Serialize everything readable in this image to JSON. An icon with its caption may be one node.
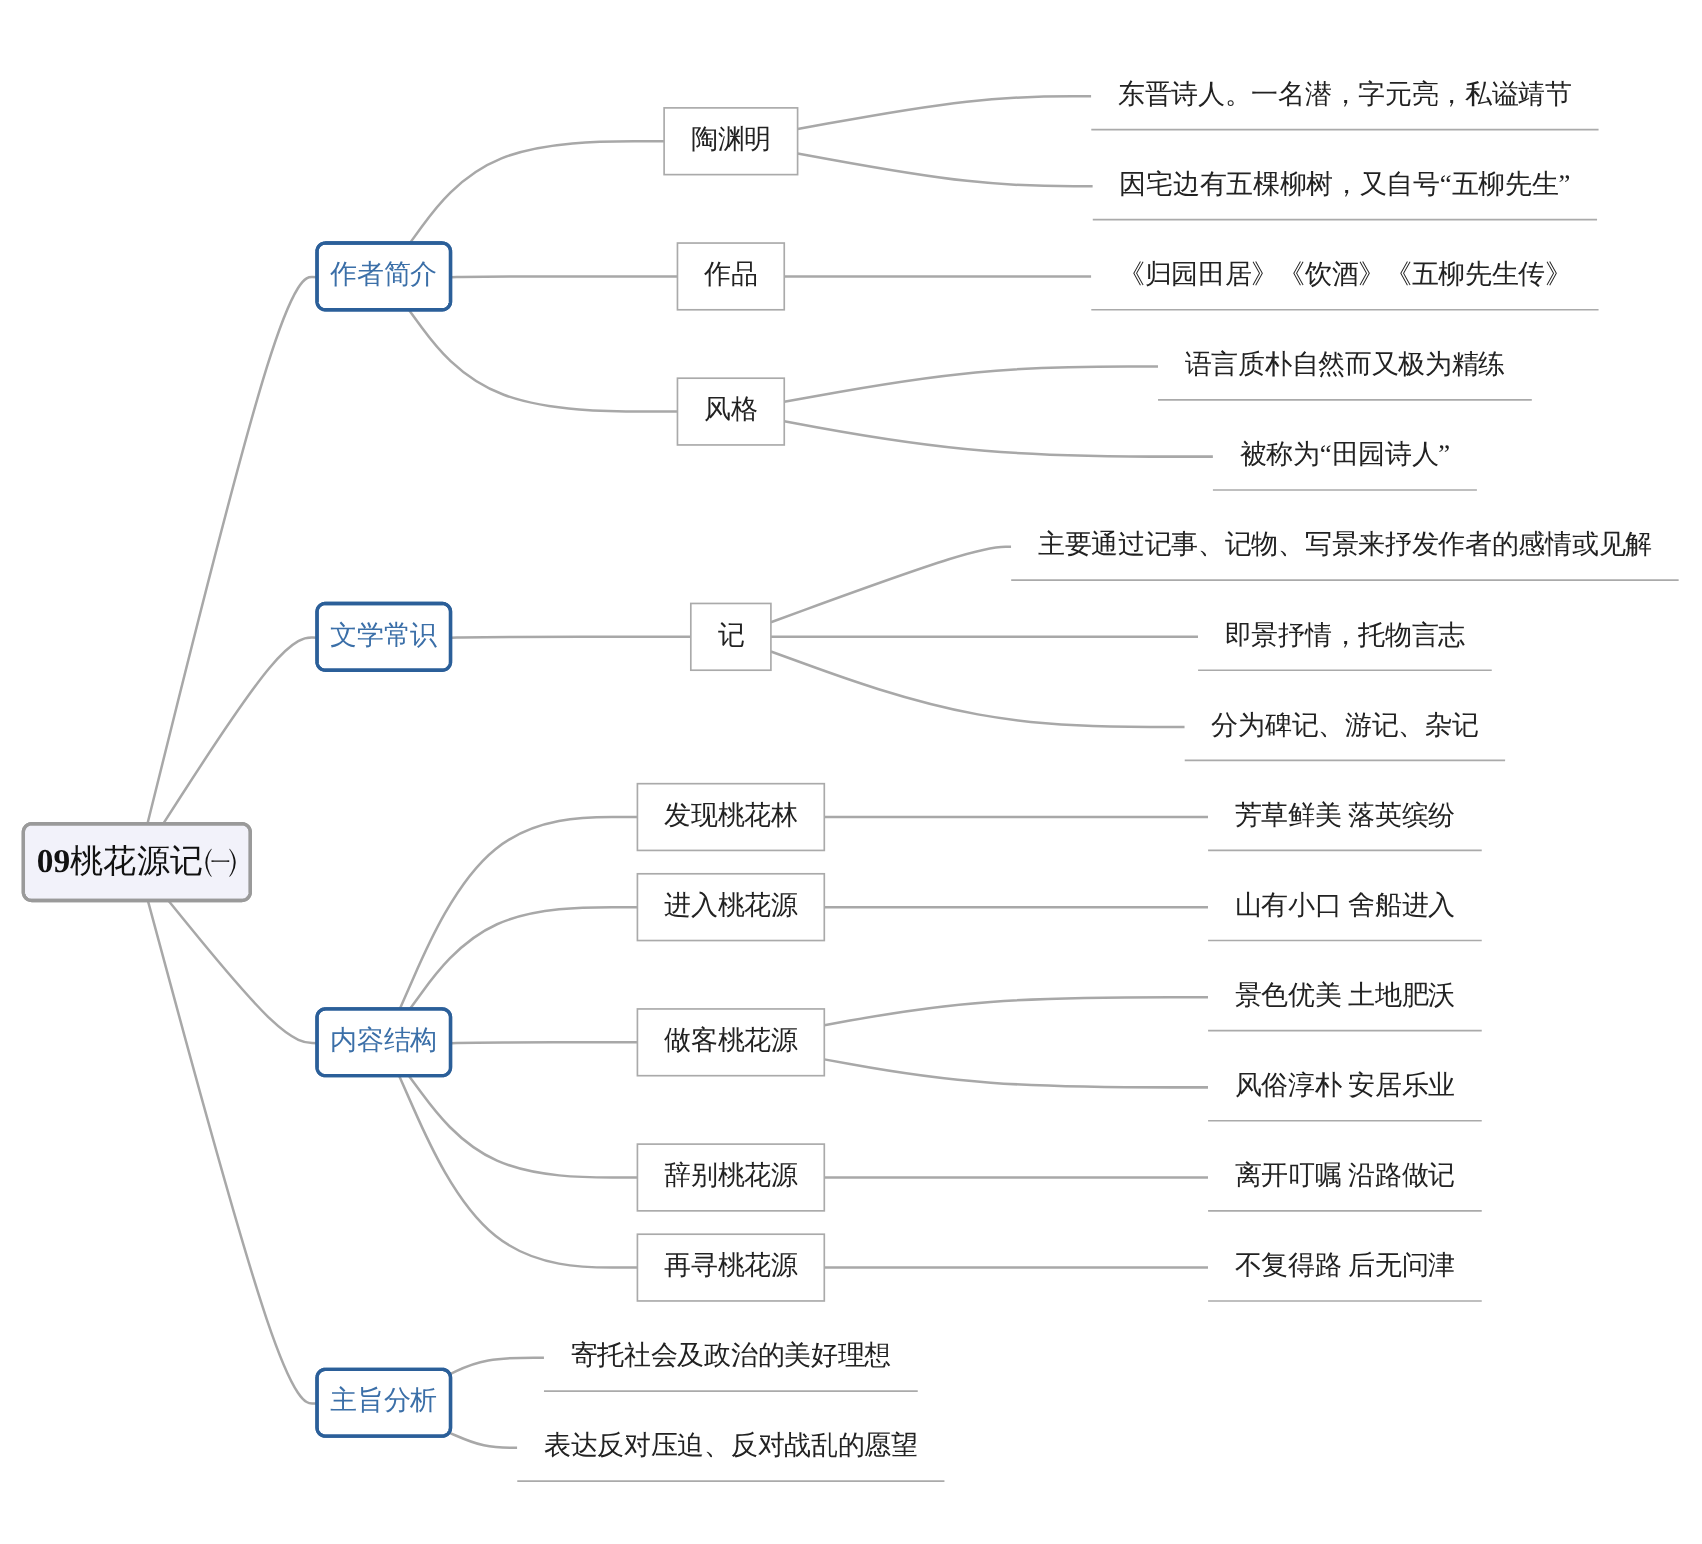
{
  "diagram": {
    "nodes": [
      {
        "text": [
          "**09**桃花源记㈠"
        ]
      },
      {
        "text": [
          "作者简介"
        ]
      },
      {
        "text": [
          "陶渊明"
        ]
      },
      {
        "text": [
          "东晋诗人。一名潜，字元亮，私谥靖节"
        ]
      },
      {
        "text": [
          "因宅边有五棵柳树，又自号“五柳先生”"
        ]
      },
      {
        "text": [
          "作品"
        ]
      },
      {
        "text": [
          "《归园田居》《饮酒》《五柳先生传》"
        ]
      },
      {
        "text": [
          "风格"
        ]
      },
      {
        "text": [
          "语言质朴自然而又极为精练"
        ]
      },
      {
        "text": [
          "被称为“田园诗人”"
        ]
      },
      {
        "text": [
          "文学常识"
        ]
      },
      {
        "text": [
          "记"
        ]
      },
      {
        "text": [
          "主要通过记事、记物、写景来抒发作者的感情或见解"
        ]
      },
      {
        "text": [
          "即景抒情，托物言志"
        ]
      },
      {
        "text": [
          "分为碑记、游记、杂记"
        ]
      },
      {
        "text": [
          "内容结构"
        ]
      },
      {
        "text": [
          "发现桃花林"
        ]
      },
      {
        "text": [
          "芳草鲜美 落英缤纷"
        ]
      },
      {
        "text": [
          "进入桃花源"
        ]
      },
      {
        "text": [
          "山有小口 舍船进入"
        ]
      },
      {
        "text": [
          "做客桃花源"
        ]
      },
      {
        "text": [
          "景色优美 土地肥沃"
        ]
      },
      {
        "text": [
          "风俗淳朴 安居乐业"
        ]
      },
      {
        "text": [
          "辞别桃花源"
        ]
      },
      {
        "text": [
          "离开叮嘱 沿路做记"
        ]
      },
      {
        "text": [
          "再寻桃花源"
        ]
      },
      {
        "text": [
          "不复得路 后无问津"
        ]
      },
      {
        "text": [
          "主旨分析"
        ]
      },
      {
        "text": [
          "寄托社会及政治的美好理想"
        ]
      },
      {
        "text": [
          "表达反对压迫、反对战乱的愿望"
        ]
      }
    ],
    "edges": [
      {
        "from": 0,
        "to": 1,
        "arrow": "none"
      },
      {
        "from": 1,
        "to": 2,
        "arrow": "none"
      },
      {
        "from": 2,
        "to": 3,
        "arrow": "none"
      },
      {
        "from": 2,
        "to": 4,
        "arrow": "none"
      },
      {
        "from": 1,
        "to": 5,
        "arrow": "none"
      },
      {
        "from": 5,
        "to": 6,
        "arrow": "none"
      },
      {
        "from": 1,
        "to": 7,
        "arrow": "none"
      },
      {
        "from": 7,
        "to": 8,
        "arrow": "none"
      },
      {
        "from": 7,
        "to": 9,
        "arrow": "none"
      },
      {
        "from": 0,
        "to": 10,
        "arrow": "none"
      },
      {
        "from": 10,
        "to": 11,
        "arrow": "none"
      },
      {
        "from": 11,
        "to": 12,
        "arrow": "none"
      },
      {
        "from": 11,
        "to": 13,
        "arrow": "none"
      },
      {
        "from": 11,
        "to": 14,
        "arrow": "none"
      },
      {
        "from": 0,
        "to": 15,
        "arrow": "none"
      },
      {
        "from": 15,
        "to": 16,
        "arrow": "none"
      },
      {
        "from": 16,
        "to": 17,
        "arrow": "none"
      },
      {
        "from": 15,
        "to": 18,
        "arrow": "none"
      },
      {
        "from": 18,
        "to": 19,
        "arrow": "none"
      },
      {
        "from": 15,
        "to": 20,
        "arrow": "none"
      },
      {
        "from": 20,
        "to": 21,
        "arrow": "none"
      },
      {
        "from": 20,
        "to": 22,
        "arrow": "none"
      },
      {
        "from": 15,
        "to": 23,
        "arrow": "none"
      },
      {
        "from": 23,
        "to": 24,
        "arrow": "none"
      },
      {
        "from": 15,
        "to": 25,
        "arrow": "none"
      },
      {
        "from": 25,
        "to": 26,
        "arrow": "none"
      },
      {
        "from": 0,
        "to": 27,
        "arrow": "none"
      },
      {
        "from": 27,
        "to": 28,
        "arrow": "none"
      },
      {
        "from": 27,
        "to": 29,
        "arrow": "none"
      }
    ]
  }
}
